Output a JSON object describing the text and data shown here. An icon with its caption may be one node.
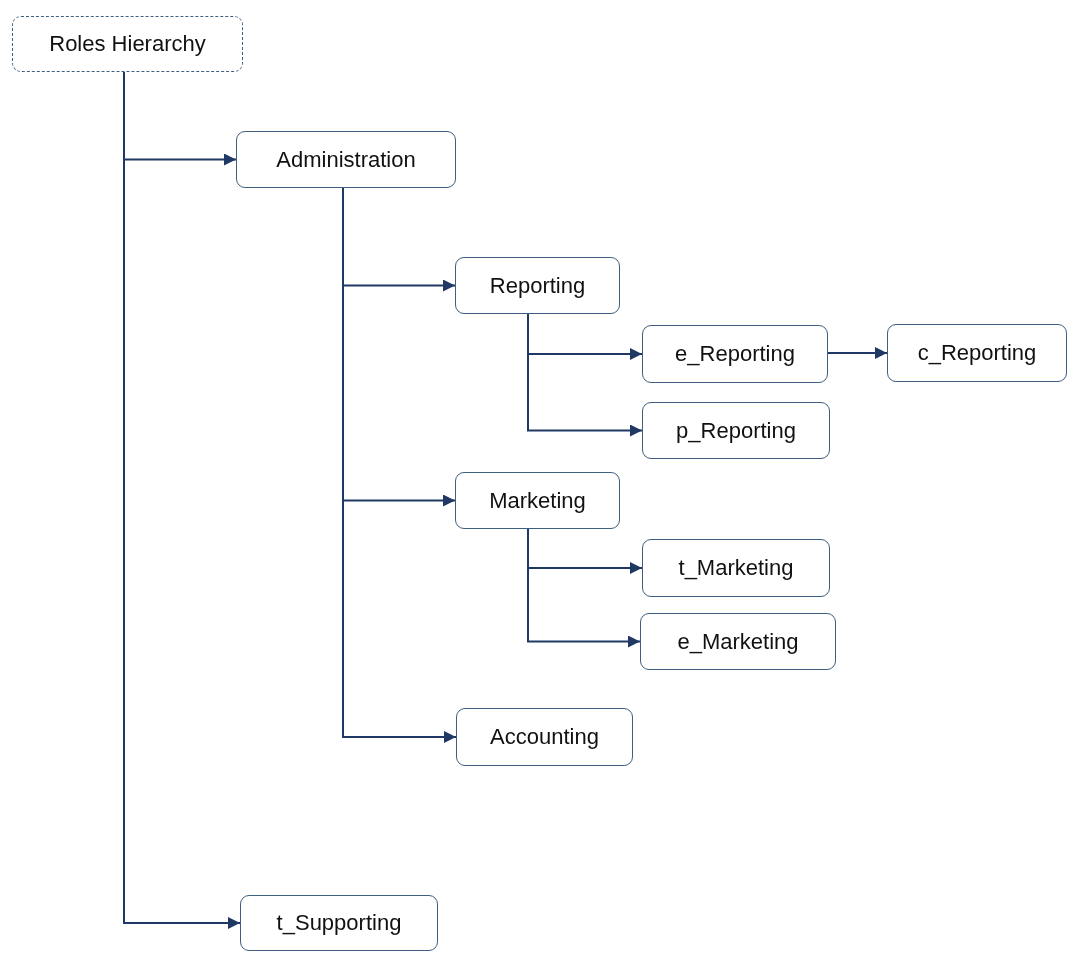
{
  "diagram": {
    "nodes": [
      {
        "text": [
          "Roles Hierarchy"
        ]
      },
      {
        "text": [
          "Administration"
        ]
      },
      {
        "text": [
          "Reporting"
        ]
      },
      {
        "text": [
          "e_Reporting"
        ]
      },
      {
        "text": [
          "c_Reporting"
        ]
      },
      {
        "text": [
          "p_Reporting"
        ]
      },
      {
        "text": [
          "Marketing"
        ]
      },
      {
        "text": [
          "t_Marketing"
        ]
      },
      {
        "text": [
          "e_Marketing"
        ]
      },
      {
        "text": [
          "Accounting"
        ]
      },
      {
        "text": [
          "t_Supporting"
        ]
      }
    ],
    "edges": [
      {
        "from": 0,
        "to": 1,
        "arrow": "to"
      },
      {
        "from": 0,
        "to": 10,
        "arrow": "to"
      },
      {
        "from": 1,
        "to": 2,
        "arrow": "to"
      },
      {
        "from": 1,
        "to": 6,
        "arrow": "to"
      },
      {
        "from": 1,
        "to": 9,
        "arrow": "to"
      },
      {
        "from": 2,
        "to": 3,
        "arrow": "to"
      },
      {
        "from": 2,
        "to": 5,
        "arrow": "to"
      },
      {
        "from": 3,
        "to": 4,
        "arrow": "to"
      },
      {
        "from": 6,
        "to": 7,
        "arrow": "to"
      },
      {
        "from": 6,
        "to": 8,
        "arrow": "to"
      }
    ]
  }
}
